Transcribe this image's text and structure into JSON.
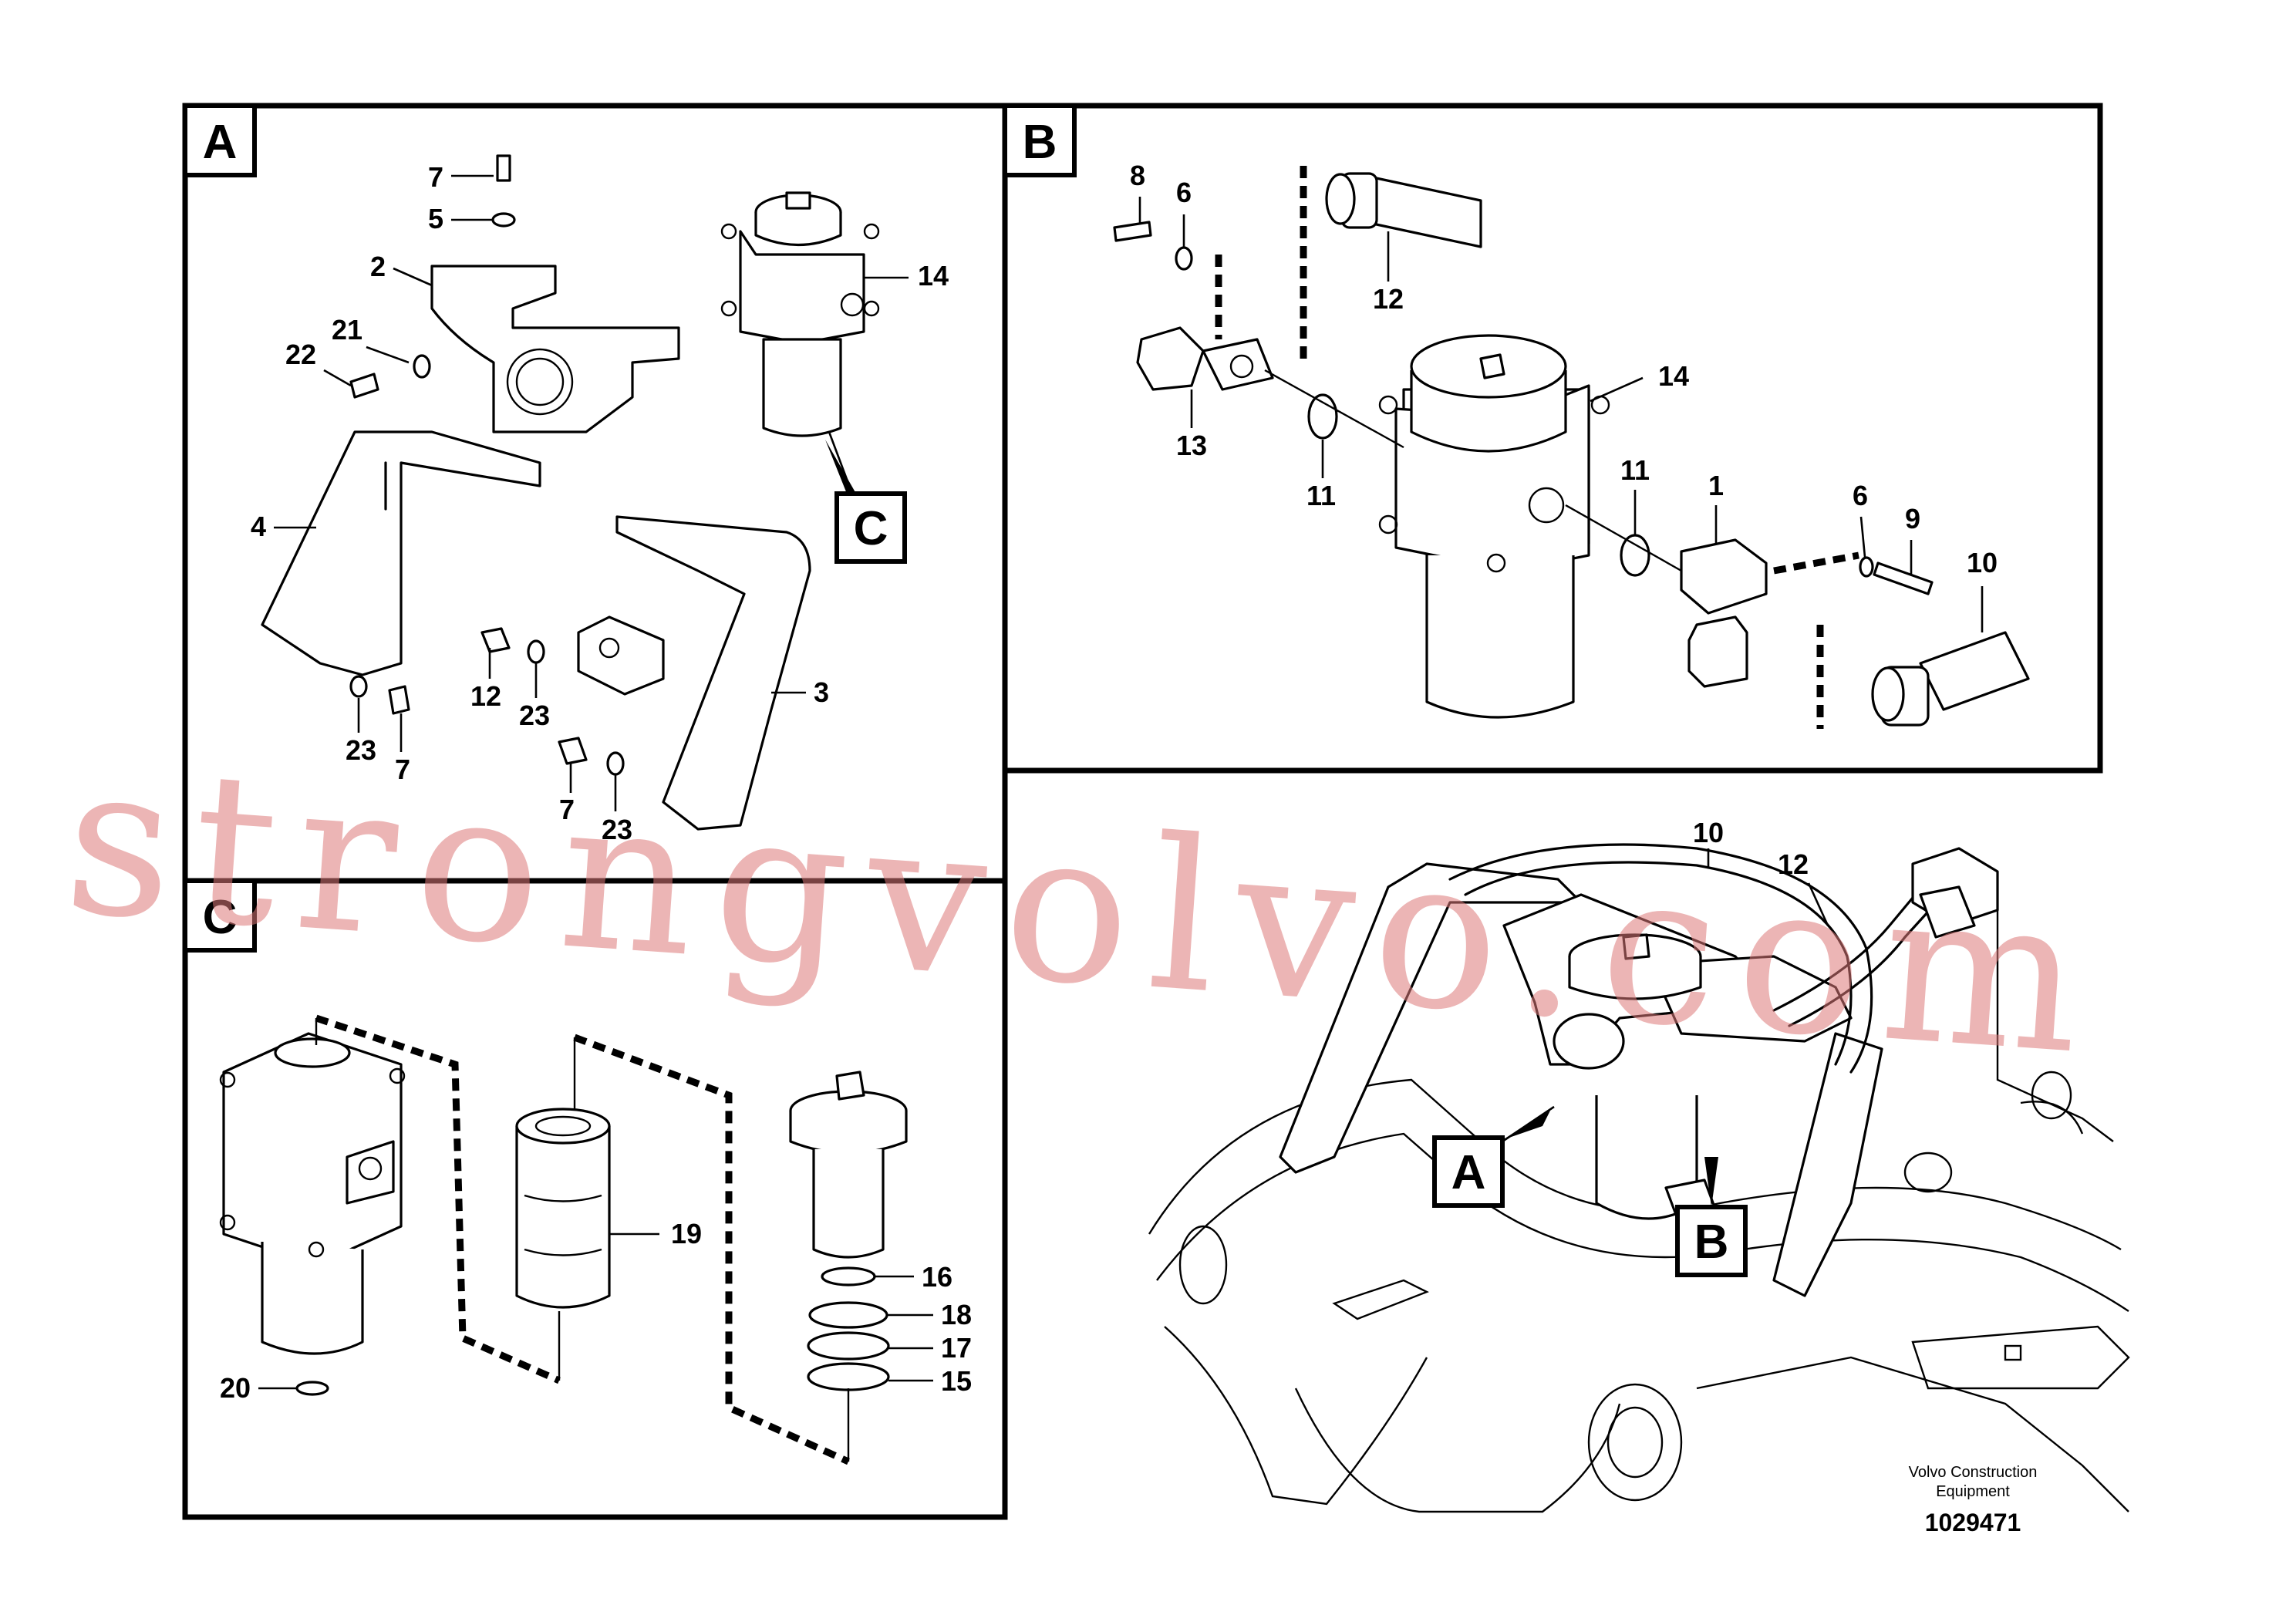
{
  "panels": {
    "a": {
      "tag": "A",
      "labels": {
        "l7a": "7",
        "l5": "5",
        "l2": "2",
        "l21": "21",
        "l22": "22",
        "l14": "14",
        "lC": "C",
        "l4": "4",
        "l3": "3",
        "l12": "12",
        "l23a": "23",
        "l23b": "23",
        "l7b": "7",
        "l7c": "7",
        "l23c": "23"
      }
    },
    "b": {
      "tag": "B",
      "labels": {
        "l8": "8",
        "l6a": "6",
        "l12": "12",
        "l14": "14",
        "l13": "13",
        "l11a": "11",
        "l11b": "11",
        "l1": "1",
        "l6b": "6",
        "l9": "9",
        "l10": "10"
      }
    },
    "c": {
      "tag": "C",
      "labels": {
        "l19": "19",
        "l16": "16",
        "l18": "18",
        "l17": "17",
        "l15": "15",
        "l20": "20"
      }
    },
    "overview": {
      "labels": {
        "l10": "10",
        "l12": "12",
        "tagA": "A",
        "tagB": "B"
      }
    }
  },
  "footer": {
    "company_line1": "Volvo Construction",
    "company_line2": "Equipment",
    "drawing_number": "1029471"
  },
  "watermark": "strongvolvo.com"
}
